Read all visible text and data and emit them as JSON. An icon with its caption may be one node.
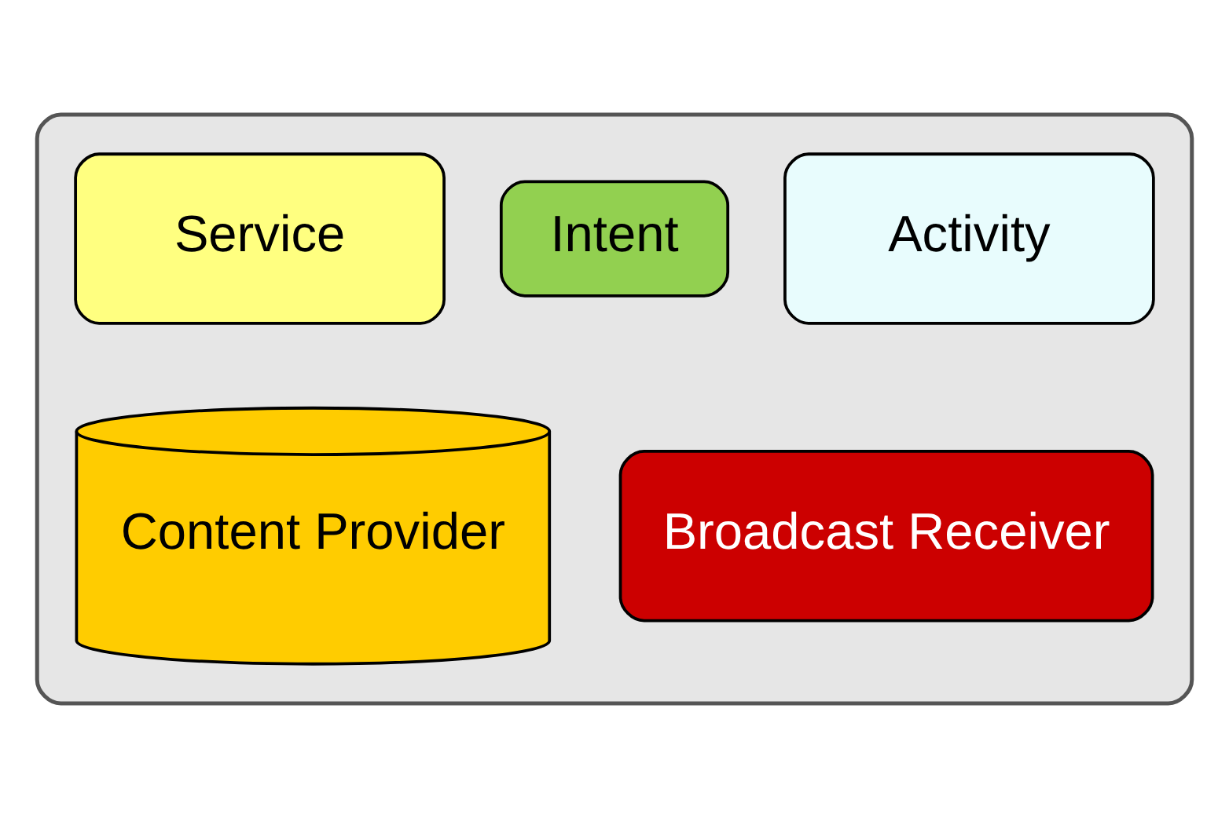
{
  "diagram": {
    "nodes": [
      {
        "text": [],
        "shape": "box"
      },
      {
        "text": [
          "Activity"
        ],
        "in": 0
      },
      {
        "text": [
          "Service"
        ],
        "in": 0
      },
      {
        "text": [
          "Intent"
        ],
        "in": 0
      },
      {
        "text": [
          "Broadcast Receiver"
        ],
        "in": 0
      },
      {
        "text": [
          "Content Provider"
        ],
        "in": 0
      }
    ],
    "edges": []
  }
}
